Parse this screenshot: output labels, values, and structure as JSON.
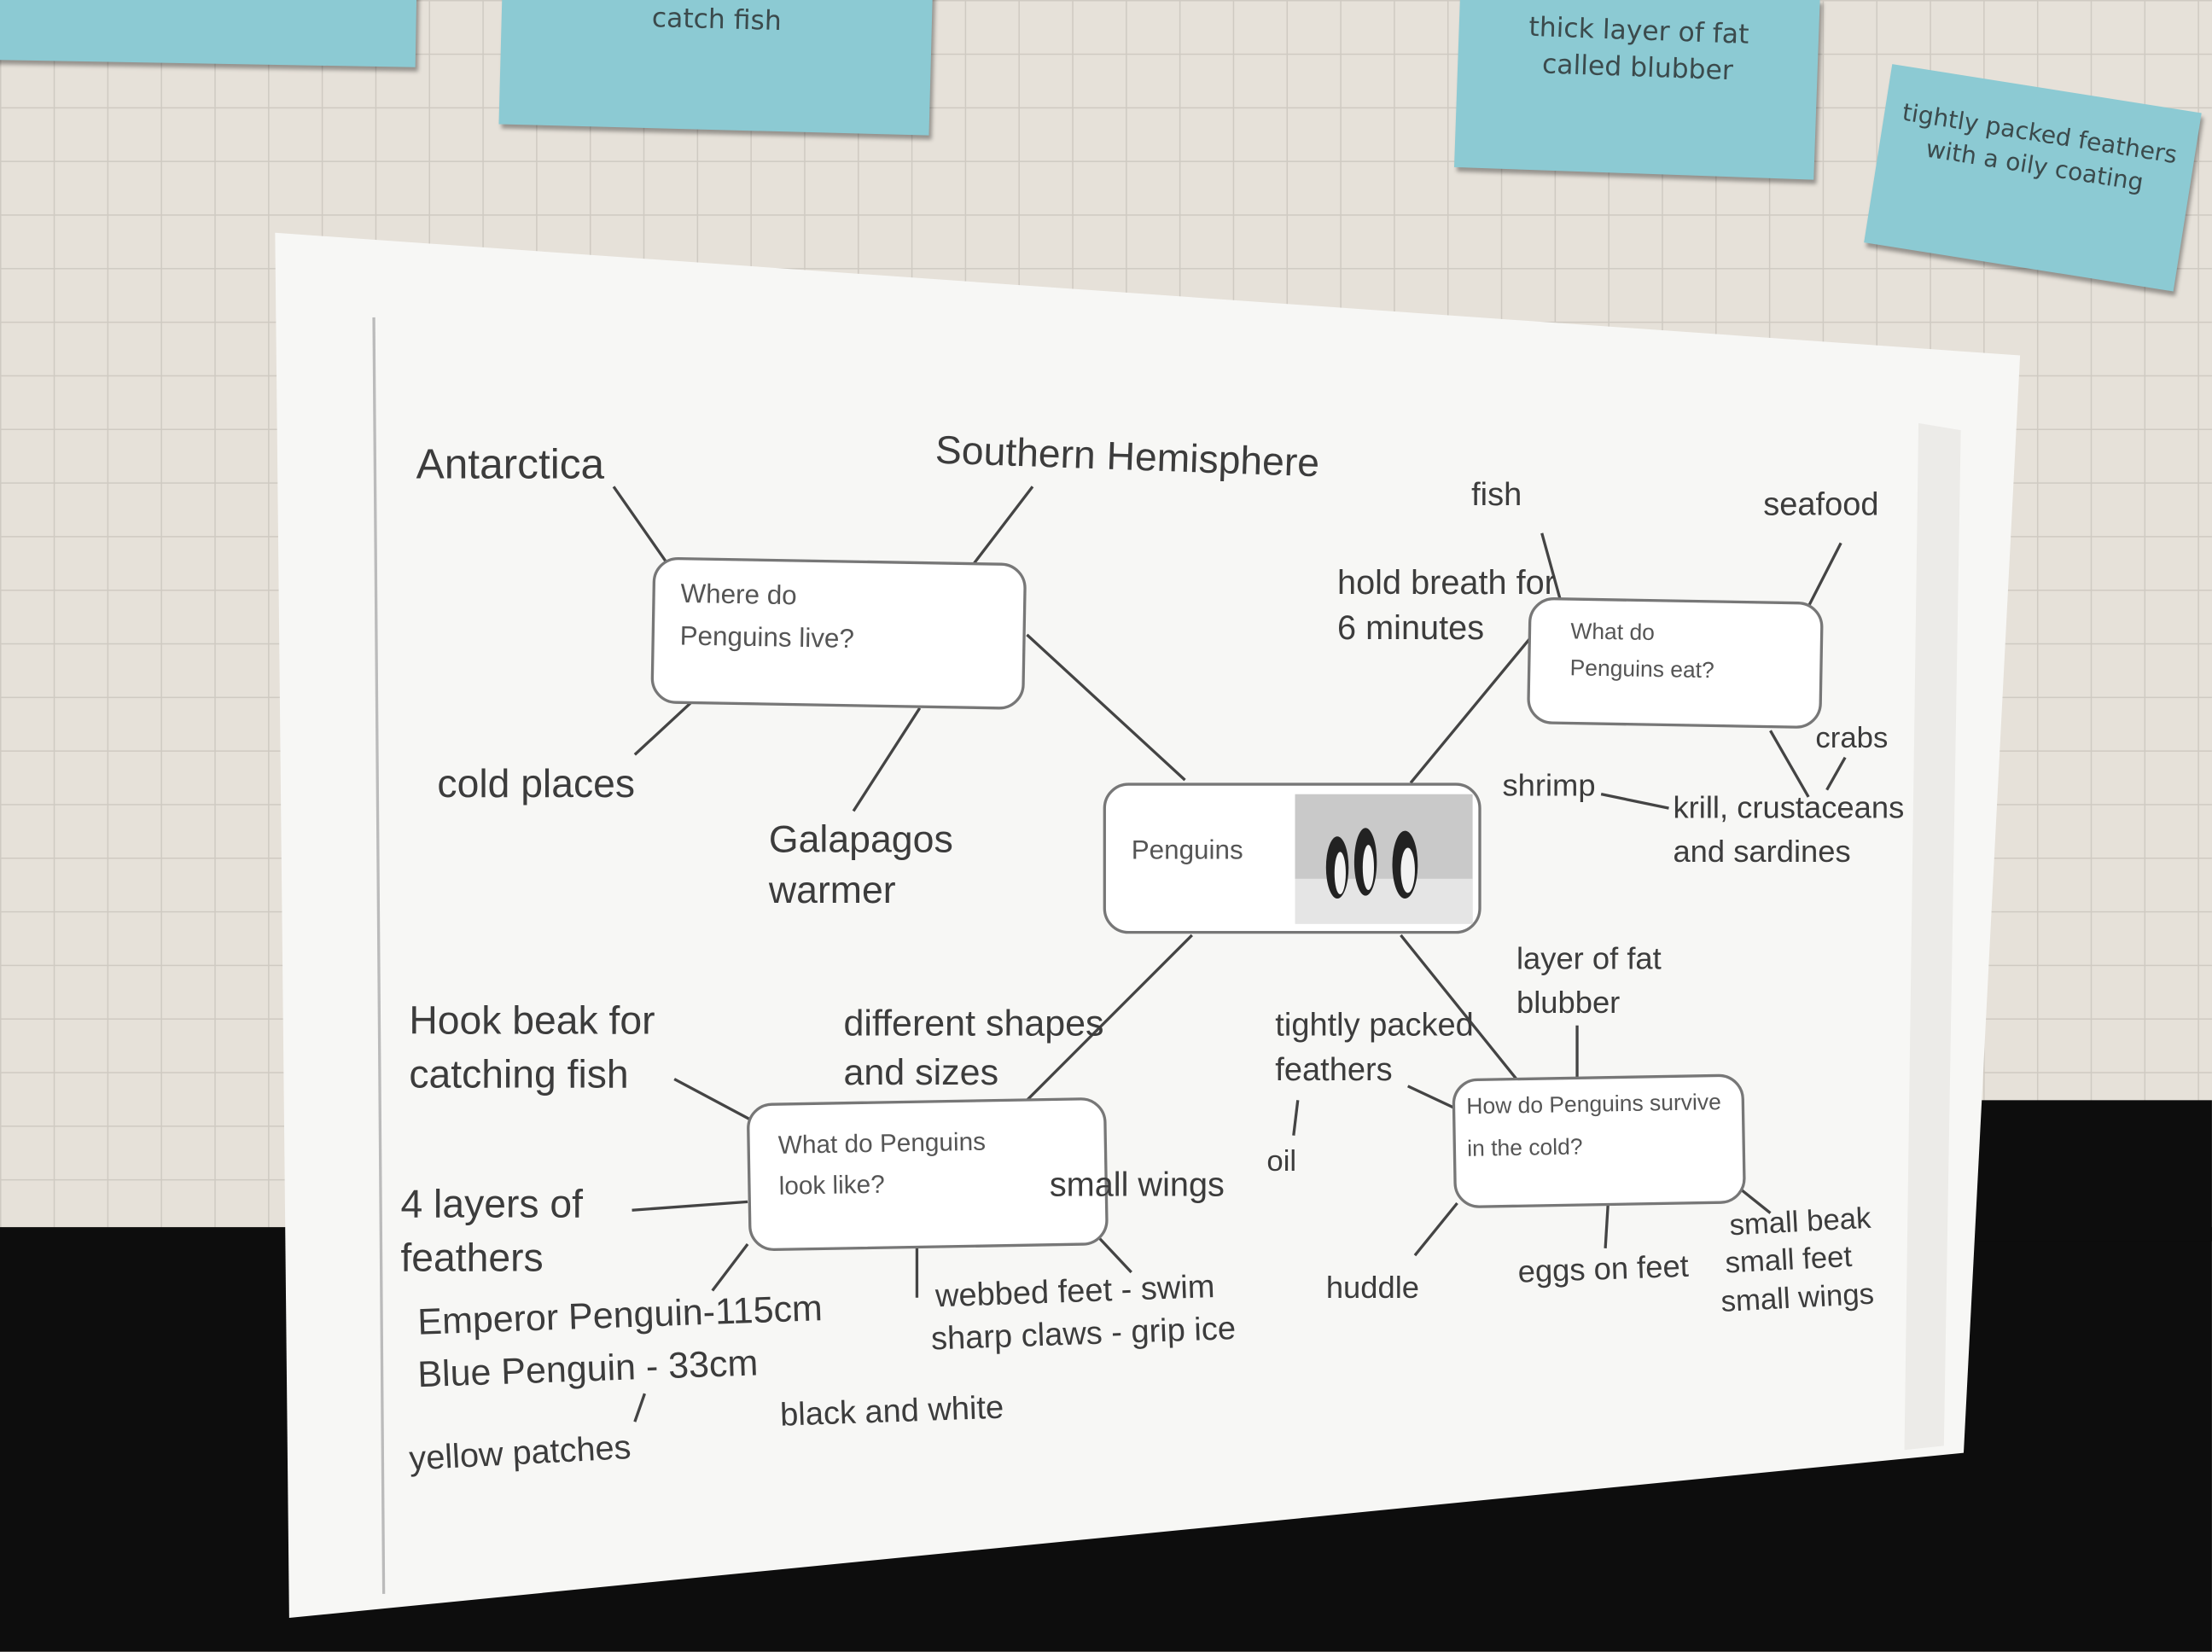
{
  "sticky_notes": [
    {
      "text": ""
    },
    {
      "text": "catch fish"
    },
    {
      "text": "thick layer of fat called blubber"
    },
    {
      "text": "tightly packed feathers with a oily coating"
    }
  ],
  "mind_map": {
    "center": {
      "label": "Penguins",
      "image": "penguins-photo"
    },
    "where": {
      "question": "Where do Penguins live?",
      "answers": [
        "Antarctica",
        "Southern Hemisphere",
        "cold places",
        "Galapagos warmer"
      ]
    },
    "eat": {
      "question": "What do Penguins eat?",
      "answers": [
        "fish",
        "seafood",
        "hold breath for 6 minutes",
        "crabs",
        "shrimp",
        "krill, crustaceans and sardines"
      ]
    },
    "look": {
      "question": "What do Penguins look like?",
      "answers": [
        "Hook beak for catching fish",
        "different shapes and sizes",
        "4 layers of feathers",
        "small wings",
        "Emperor Penguin-115cm",
        "Blue Penguin - 33cm",
        "yellow patches",
        "black and white",
        "webbed feet - swim",
        "sharp claws - grip ice"
      ]
    },
    "cold": {
      "question": "How do Penguins survive in the cold?",
      "answers": [
        "tightly packed feathers",
        "layer of fat blubber",
        "oil",
        "huddle",
        "eggs on feet",
        "small beak",
        "small feet",
        "small wings"
      ]
    }
  }
}
